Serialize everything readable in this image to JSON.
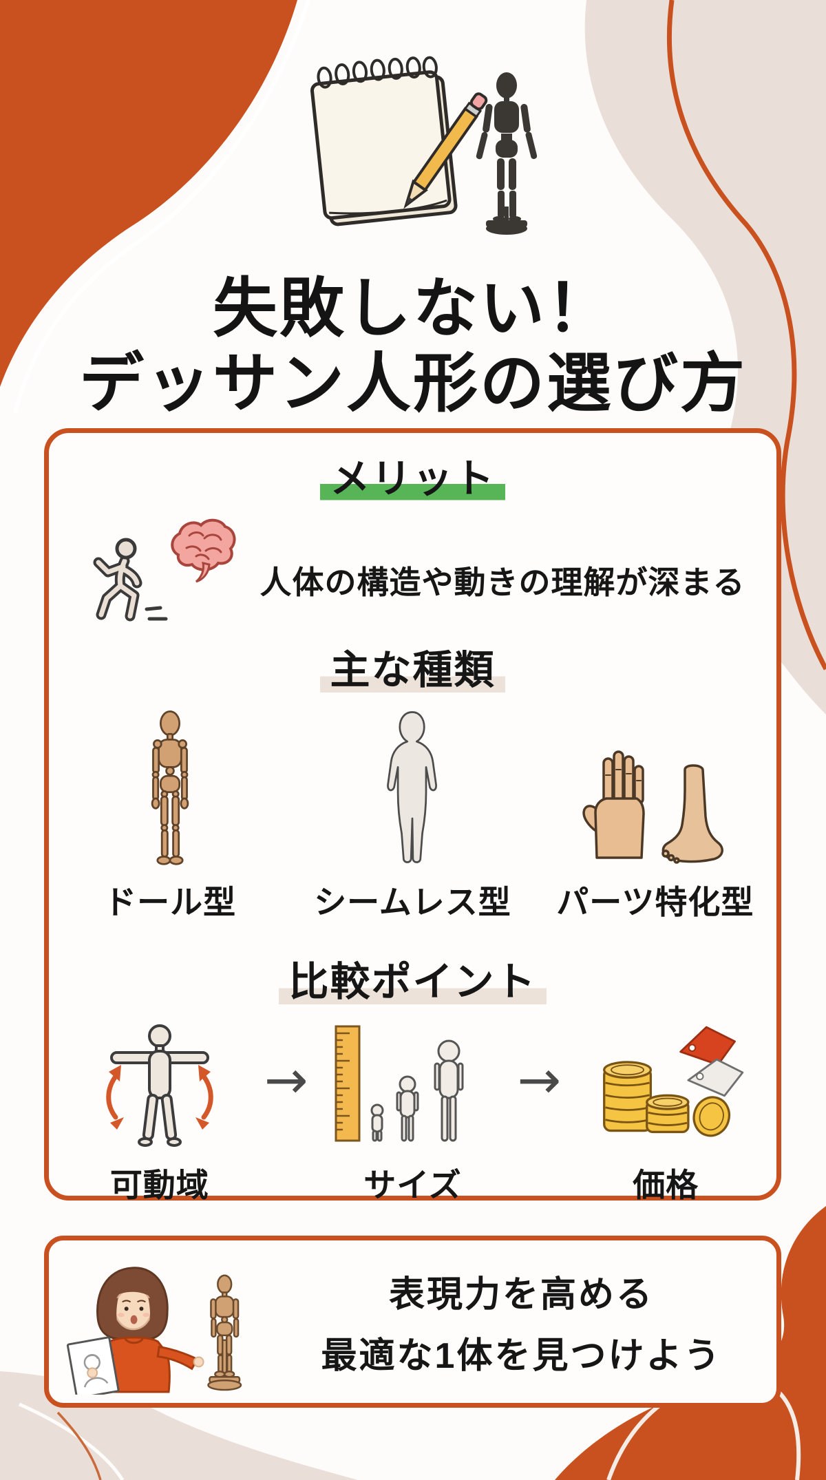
{
  "header": {
    "title_line1": "失敗しない！",
    "title_line2": "デッサン人形の選び方",
    "hero_icons": [
      "sketchbook-pencil-icon",
      "mannequin-silhouette-icon"
    ]
  },
  "main_card": {
    "merit": {
      "heading": "メリット",
      "description": "人体の構造や動きの理解が深まる",
      "icons": [
        "runner-icon",
        "brain-icon"
      ]
    },
    "types": {
      "heading": "主な種類",
      "items": [
        {
          "label": "ドール型",
          "icon": "doll-mannequin-icon"
        },
        {
          "label": "シームレス型",
          "icon": "seamless-figure-icon"
        },
        {
          "label": "パーツ特化型",
          "icon": "hand-foot-icon"
        }
      ]
    },
    "comparison": {
      "heading": "比較ポイント",
      "arrow": "→",
      "items": [
        {
          "label": "可動域",
          "icon": "range-of-motion-icon"
        },
        {
          "label": "サイズ",
          "icon": "size-ruler-icon"
        },
        {
          "label": "価格",
          "icon": "price-coins-icon"
        }
      ]
    }
  },
  "footer_card": {
    "line1": "表現力を高める",
    "line2": "最適な1体を見つけよう",
    "icon": "woman-presenting-mannequin-icon"
  },
  "colors": {
    "accent_orange": "#C8511F",
    "blob_beige": "#E9DFD8",
    "highlight_green": "#57B457",
    "highlight_beige": "#ECE2D9",
    "coin_gold": "#F5C443",
    "text": "#161616"
  }
}
